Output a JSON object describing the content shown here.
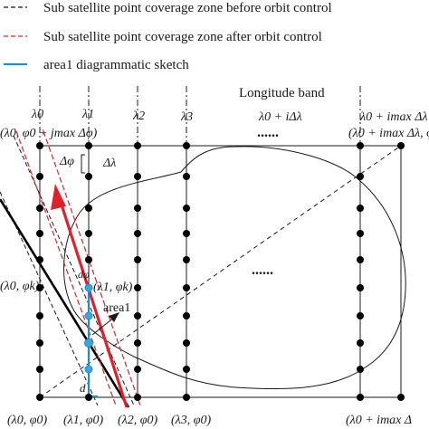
{
  "legend": {
    "items": [
      {
        "text": "Sub satellite point coverage zone before orbit control",
        "color": "#000000",
        "style": "dashed"
      },
      {
        "text": "Sub satellite point coverage zone after orbit control",
        "color": "#e0202a",
        "style": "dashed"
      },
      {
        "text": "area1 diagrammatic sketch",
        "color": "#1a8fd6",
        "style": "solid"
      }
    ]
  },
  "band": {
    "title": "Longitude band",
    "formula": "λ0 + iΔλ",
    "ellipsis": "......"
  },
  "column_labels": [
    "λ0",
    "λ1",
    "λ2",
    "λ3",
    "λ0 + imax Δλ"
  ],
  "corner_labels": {
    "top_left": "(λ0, φ0 + jmax Δφ)",
    "top_right": "(λ0 + imax Δλ, φ",
    "left_mid": "(λ0, φk)",
    "bottom_right": "(λ0 + imax Δ"
  },
  "bottom_labels": [
    "(λ0, φ0)",
    "(λ1, φ0)",
    "(λ2, φ0)",
    "(λ3, φ0)"
  ],
  "point_labels": {
    "mid": "(λ1, φk)",
    "d_top": "dφ",
    "d_bottom": "d"
  },
  "spacing_labels": {
    "dphi": "Δφ",
    "dlambda": "Δλ"
  },
  "area_label": "area1",
  "center_ellipsis": "......",
  "colors": {
    "grid": "#1a1a1a",
    "red": "#e0202a",
    "blue": "#1a8fd6",
    "dot": "#000000",
    "blue_dot": "#3aa6e0"
  }
}
